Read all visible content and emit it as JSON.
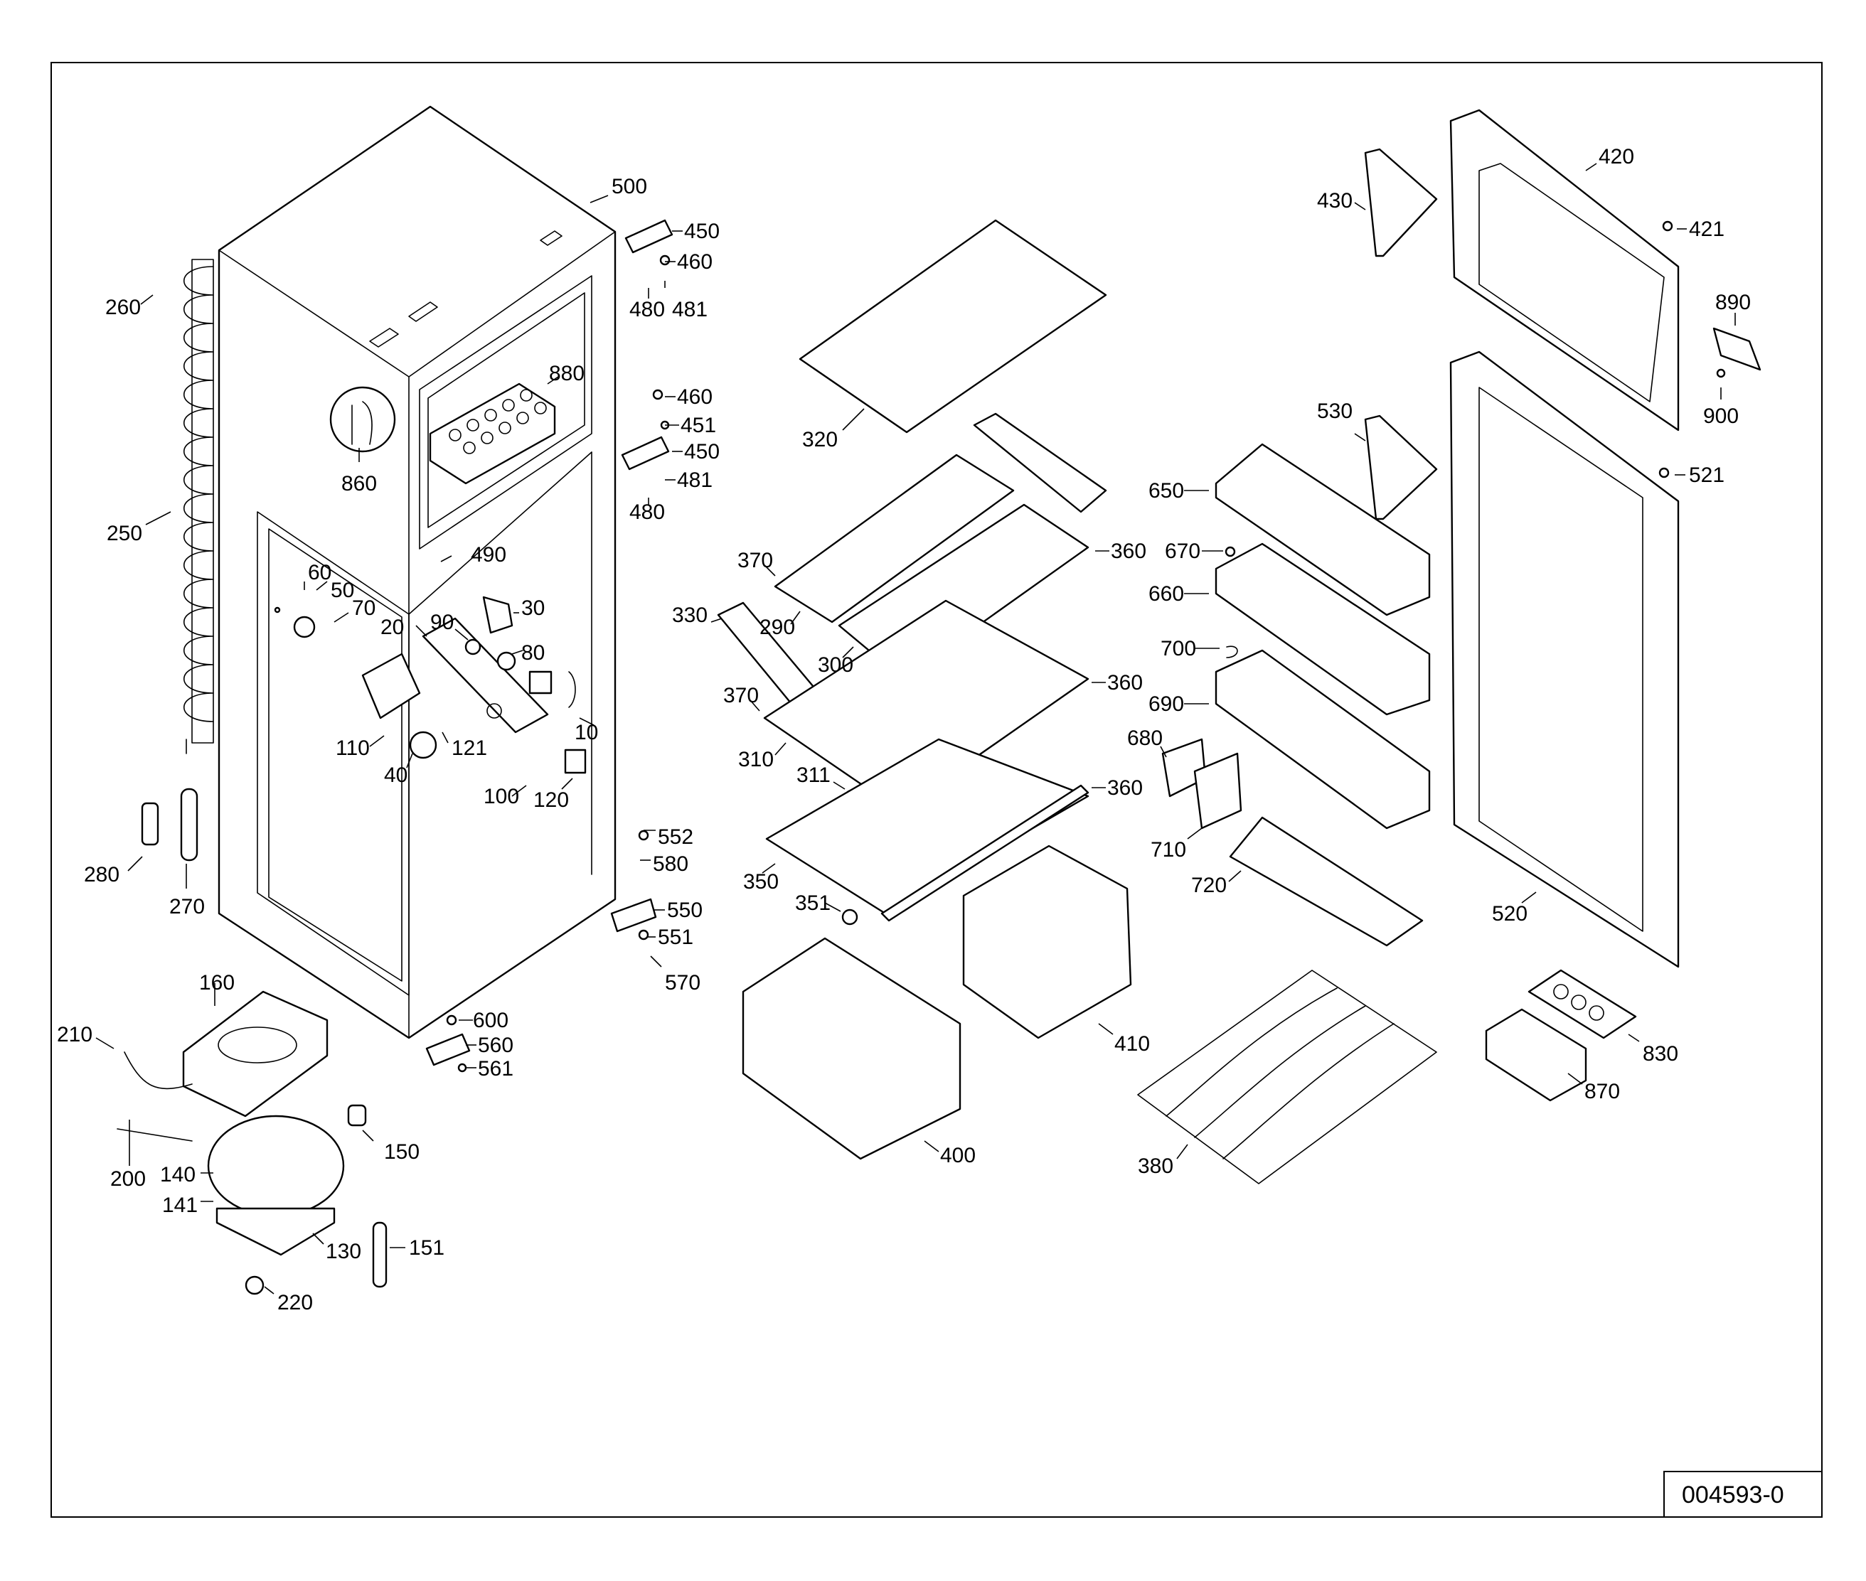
{
  "drawing_number": "004593-0",
  "part_labels": [
    {
      "id": "p10",
      "text": "10"
    },
    {
      "id": "p20",
      "text": "20"
    },
    {
      "id": "p30",
      "text": "30"
    },
    {
      "id": "p40",
      "text": "40"
    },
    {
      "id": "p50",
      "text": "50"
    },
    {
      "id": "p60",
      "text": "60"
    },
    {
      "id": "p70",
      "text": "70"
    },
    {
      "id": "p80",
      "text": "80"
    },
    {
      "id": "p90",
      "text": "90"
    },
    {
      "id": "p100",
      "text": "100"
    },
    {
      "id": "p110",
      "text": "110"
    },
    {
      "id": "p120",
      "text": "120"
    },
    {
      "id": "p121",
      "text": "121"
    },
    {
      "id": "p130",
      "text": "130"
    },
    {
      "id": "p140",
      "text": "140"
    },
    {
      "id": "p141",
      "text": "141"
    },
    {
      "id": "p150",
      "text": "150"
    },
    {
      "id": "p151",
      "text": "151"
    },
    {
      "id": "p160",
      "text": "160"
    },
    {
      "id": "p200",
      "text": "200"
    },
    {
      "id": "p210",
      "text": "210"
    },
    {
      "id": "p220",
      "text": "220"
    },
    {
      "id": "p250",
      "text": "250"
    },
    {
      "id": "p260",
      "text": "260"
    },
    {
      "id": "p270",
      "text": "270"
    },
    {
      "id": "p280",
      "text": "280"
    },
    {
      "id": "p290",
      "text": "290"
    },
    {
      "id": "p300",
      "text": "300"
    },
    {
      "id": "p310",
      "text": "310"
    },
    {
      "id": "p311",
      "text": "311"
    },
    {
      "id": "p320",
      "text": "320"
    },
    {
      "id": "p330",
      "text": "330"
    },
    {
      "id": "p350",
      "text": "350"
    },
    {
      "id": "p351",
      "text": "351"
    },
    {
      "id": "p360a",
      "text": "360"
    },
    {
      "id": "p360b",
      "text": "360"
    },
    {
      "id": "p360c",
      "text": "360"
    },
    {
      "id": "p370a",
      "text": "370"
    },
    {
      "id": "p370b",
      "text": "370"
    },
    {
      "id": "p380",
      "text": "380"
    },
    {
      "id": "p400",
      "text": "400"
    },
    {
      "id": "p410",
      "text": "410"
    },
    {
      "id": "p420",
      "text": "420"
    },
    {
      "id": "p421",
      "text": "421"
    },
    {
      "id": "p430",
      "text": "430"
    },
    {
      "id": "p450a",
      "text": "450"
    },
    {
      "id": "p450b",
      "text": "450"
    },
    {
      "id": "p451",
      "text": "451"
    },
    {
      "id": "p460a",
      "text": "460"
    },
    {
      "id": "p460b",
      "text": "460"
    },
    {
      "id": "p480a",
      "text": "480"
    },
    {
      "id": "p480b",
      "text": "480"
    },
    {
      "id": "p481a",
      "text": "481"
    },
    {
      "id": "p481b",
      "text": "481"
    },
    {
      "id": "p490",
      "text": "490"
    },
    {
      "id": "p500",
      "text": "500"
    },
    {
      "id": "p520",
      "text": "520"
    },
    {
      "id": "p521",
      "text": "521"
    },
    {
      "id": "p530",
      "text": "530"
    },
    {
      "id": "p550",
      "text": "550"
    },
    {
      "id": "p551",
      "text": "551"
    },
    {
      "id": "p552",
      "text": "552"
    },
    {
      "id": "p560",
      "text": "560"
    },
    {
      "id": "p561",
      "text": "561"
    },
    {
      "id": "p570",
      "text": "570"
    },
    {
      "id": "p580",
      "text": "580"
    },
    {
      "id": "p600",
      "text": "600"
    },
    {
      "id": "p650",
      "text": "650"
    },
    {
      "id": "p660",
      "text": "660"
    },
    {
      "id": "p670",
      "text": "670"
    },
    {
      "id": "p680",
      "text": "680"
    },
    {
      "id": "p690",
      "text": "690"
    },
    {
      "id": "p700",
      "text": "700"
    },
    {
      "id": "p710",
      "text": "710"
    },
    {
      "id": "p720",
      "text": "720"
    },
    {
      "id": "p830",
      "text": "830"
    },
    {
      "id": "p860",
      "text": "860"
    },
    {
      "id": "p870",
      "text": "870"
    },
    {
      "id": "p880",
      "text": "880"
    },
    {
      "id": "p890",
      "text": "890"
    },
    {
      "id": "p900",
      "text": "900"
    }
  ]
}
